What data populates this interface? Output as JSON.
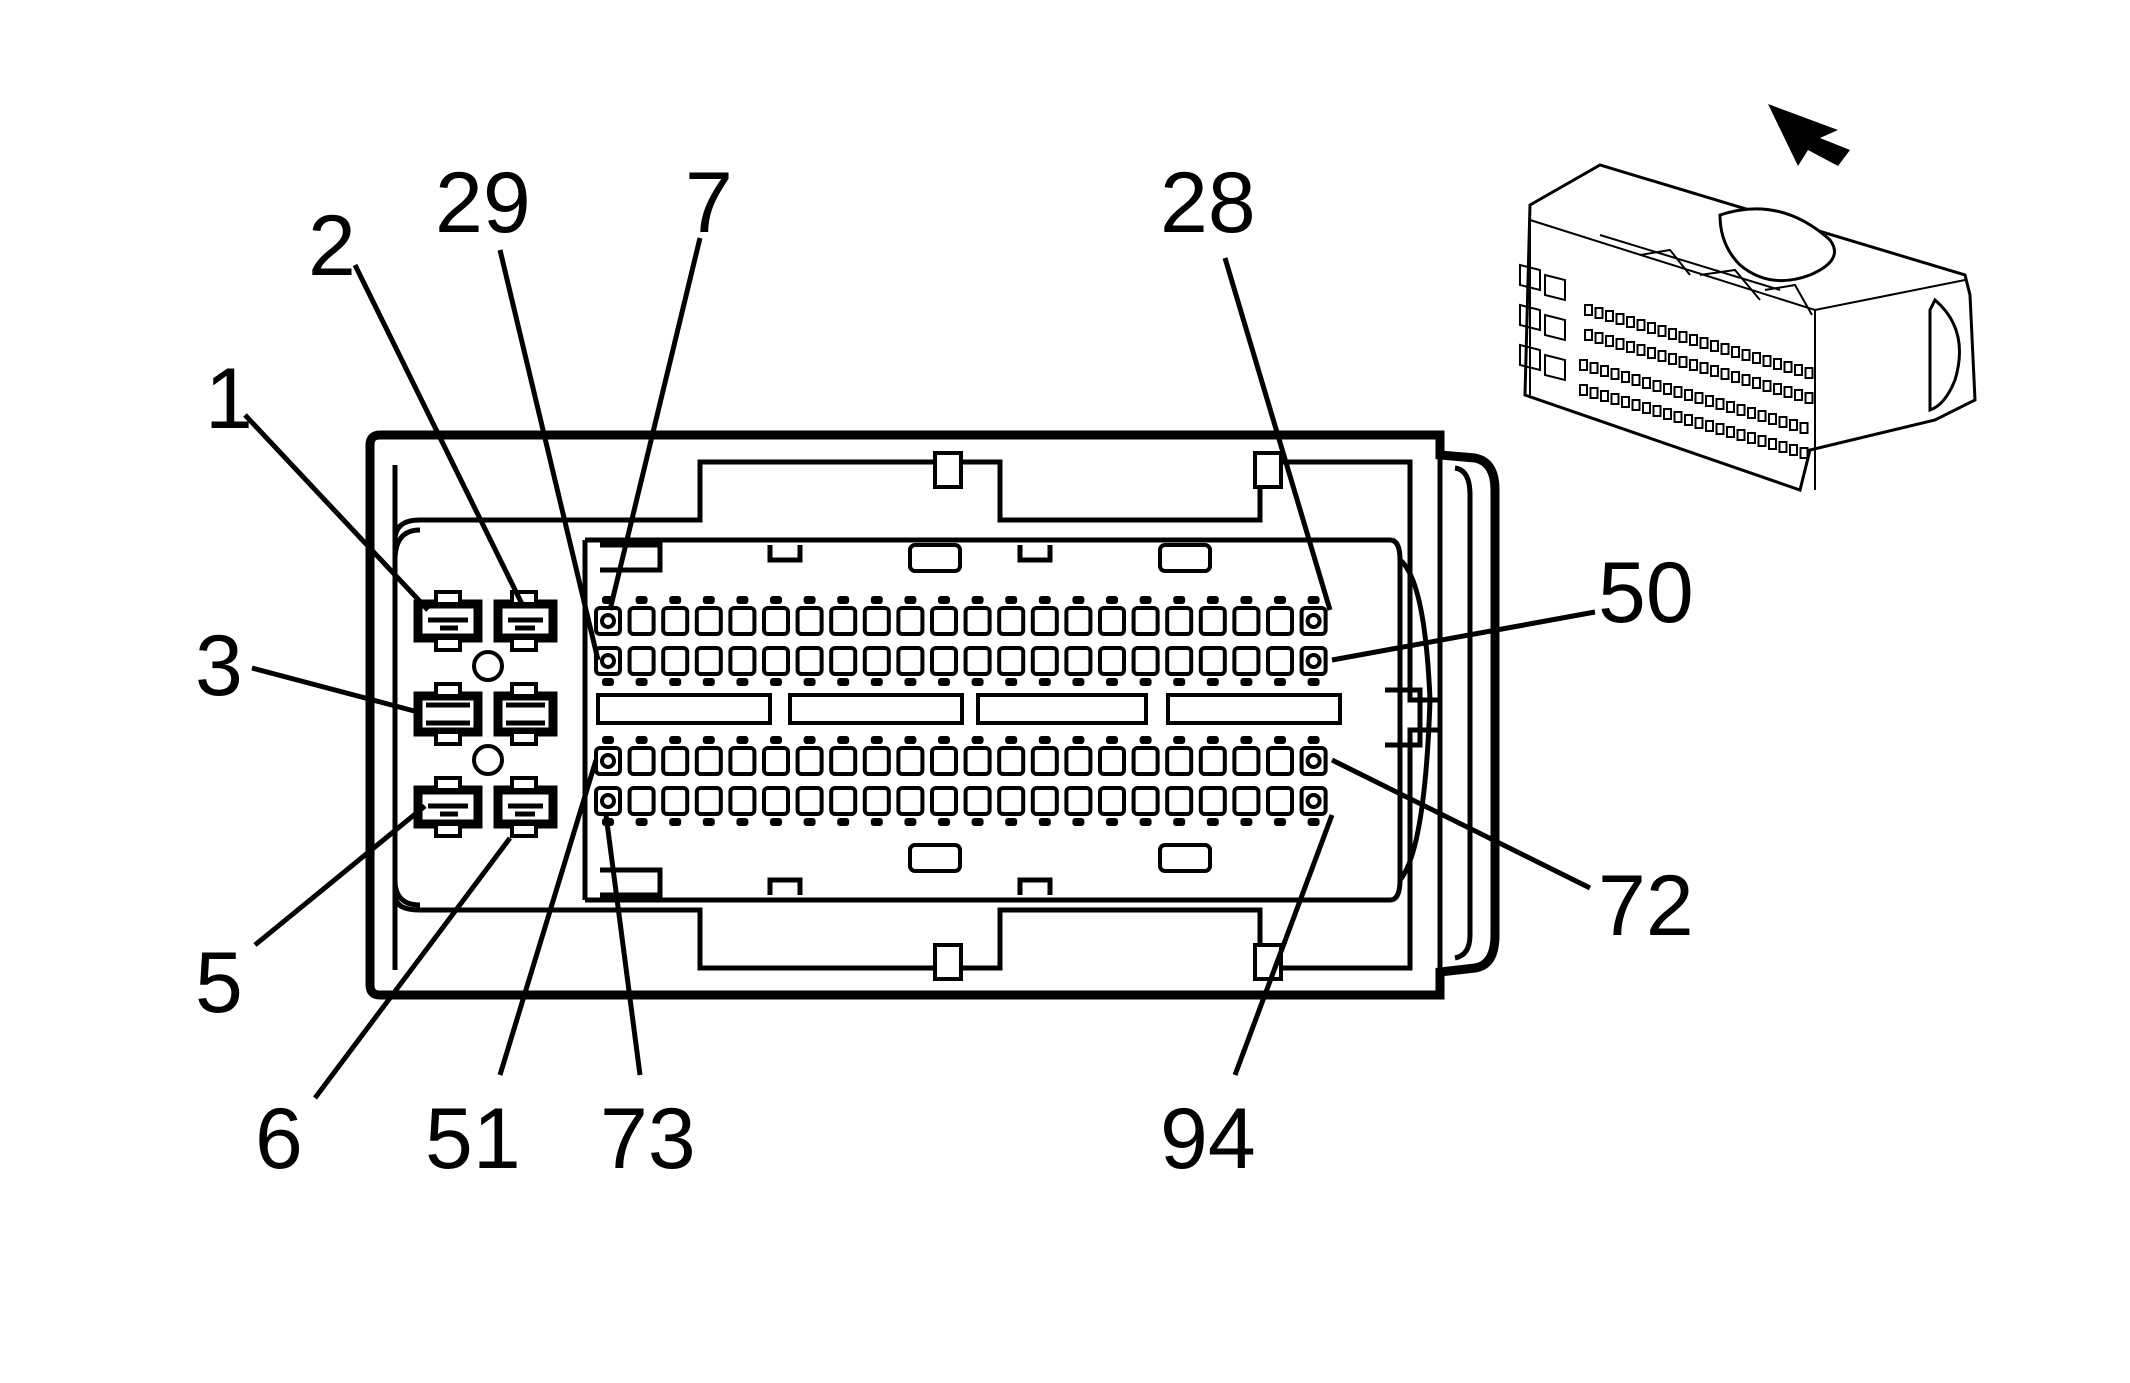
{
  "callouts": [
    {
      "id": "1",
      "label": "1"
    },
    {
      "id": "2",
      "label": "2"
    },
    {
      "id": "3",
      "label": "3"
    },
    {
      "id": "5",
      "label": "5"
    },
    {
      "id": "6",
      "label": "6"
    },
    {
      "id": "29",
      "label": "29"
    },
    {
      "id": "7",
      "label": "7"
    },
    {
      "id": "28",
      "label": "28"
    },
    {
      "id": "50",
      "label": "50"
    },
    {
      "id": "72",
      "label": "72"
    },
    {
      "id": "51",
      "label": "51"
    },
    {
      "id": "73",
      "label": "73"
    },
    {
      "id": "94",
      "label": "94"
    }
  ],
  "connector": {
    "power_terminals": 6,
    "signal_rows": 4,
    "pins_per_row": 22
  },
  "view_arrow": {
    "icon": "view-direction-arrow-icon"
  }
}
